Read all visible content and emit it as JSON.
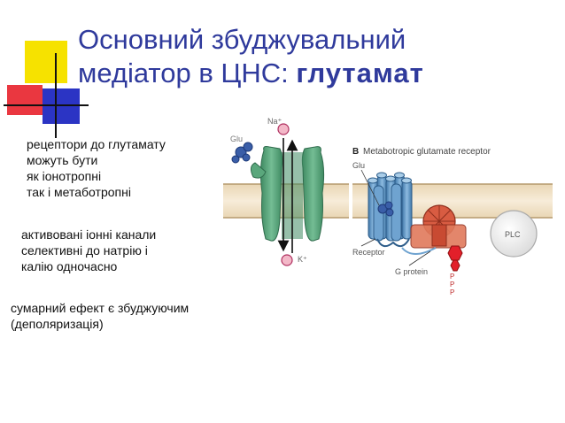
{
  "title": {
    "line1": "Основний збуджувальний",
    "line2_prefix": "медіатор в ЦНС: ",
    "line2_bold": "глутамат"
  },
  "points": {
    "receptors": [
      "рецептори до глутамату",
      "можуть бути",
      "як іонотропні",
      "так і метаботропні"
    ],
    "channels": [
      "активовані іонні канали",
      "селективні до натрію і",
      "калію одночасно"
    ],
    "effect": [
      "сумарний ефект є збуджуючим",
      "(деполяризація)"
    ]
  },
  "diagram": {
    "ionotropic": {
      "na_label": "Na⁺",
      "glu_label": "Glu",
      "k_label": "K⁺"
    },
    "metabotropic": {
      "panel_letter": "B",
      "title": "Metabotropic glutamate receptor",
      "glu_label": "Glu",
      "receptor_label": "Receptor",
      "gprotein_label": "G protein",
      "plc_label": "PLC",
      "ppp_labels": [
        "P",
        "P",
        "P"
      ]
    }
  },
  "colors": {
    "title": "#2f3a9c",
    "deco_yellow": "#f6e200",
    "deco_red": "#e8212b",
    "deco_blue": "#2b34c4",
    "channel_green": "#55a27a",
    "membrane": "#f2e4cc",
    "receptor_blue": "#5b93c6",
    "gprotein_red": "#d85c42",
    "plc_gray": "#e8e8e8"
  }
}
